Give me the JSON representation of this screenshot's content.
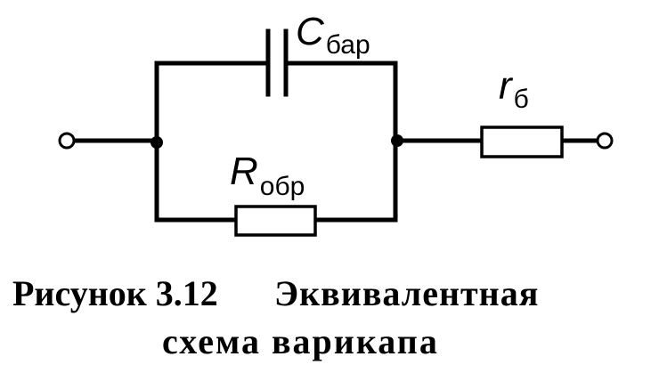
{
  "diagram": {
    "labels": {
      "capacitor": {
        "symbol": "C",
        "subscript": "бар"
      },
      "parallel_resistor": {
        "symbol": "R",
        "subscript": "обр"
      },
      "series_resistor": {
        "symbol": "r",
        "subscript": "б"
      }
    }
  },
  "caption": {
    "figure_label": "Рисунок 3.12",
    "title_line1": "Эквивалентная",
    "title_line2": "схема варикапа"
  }
}
